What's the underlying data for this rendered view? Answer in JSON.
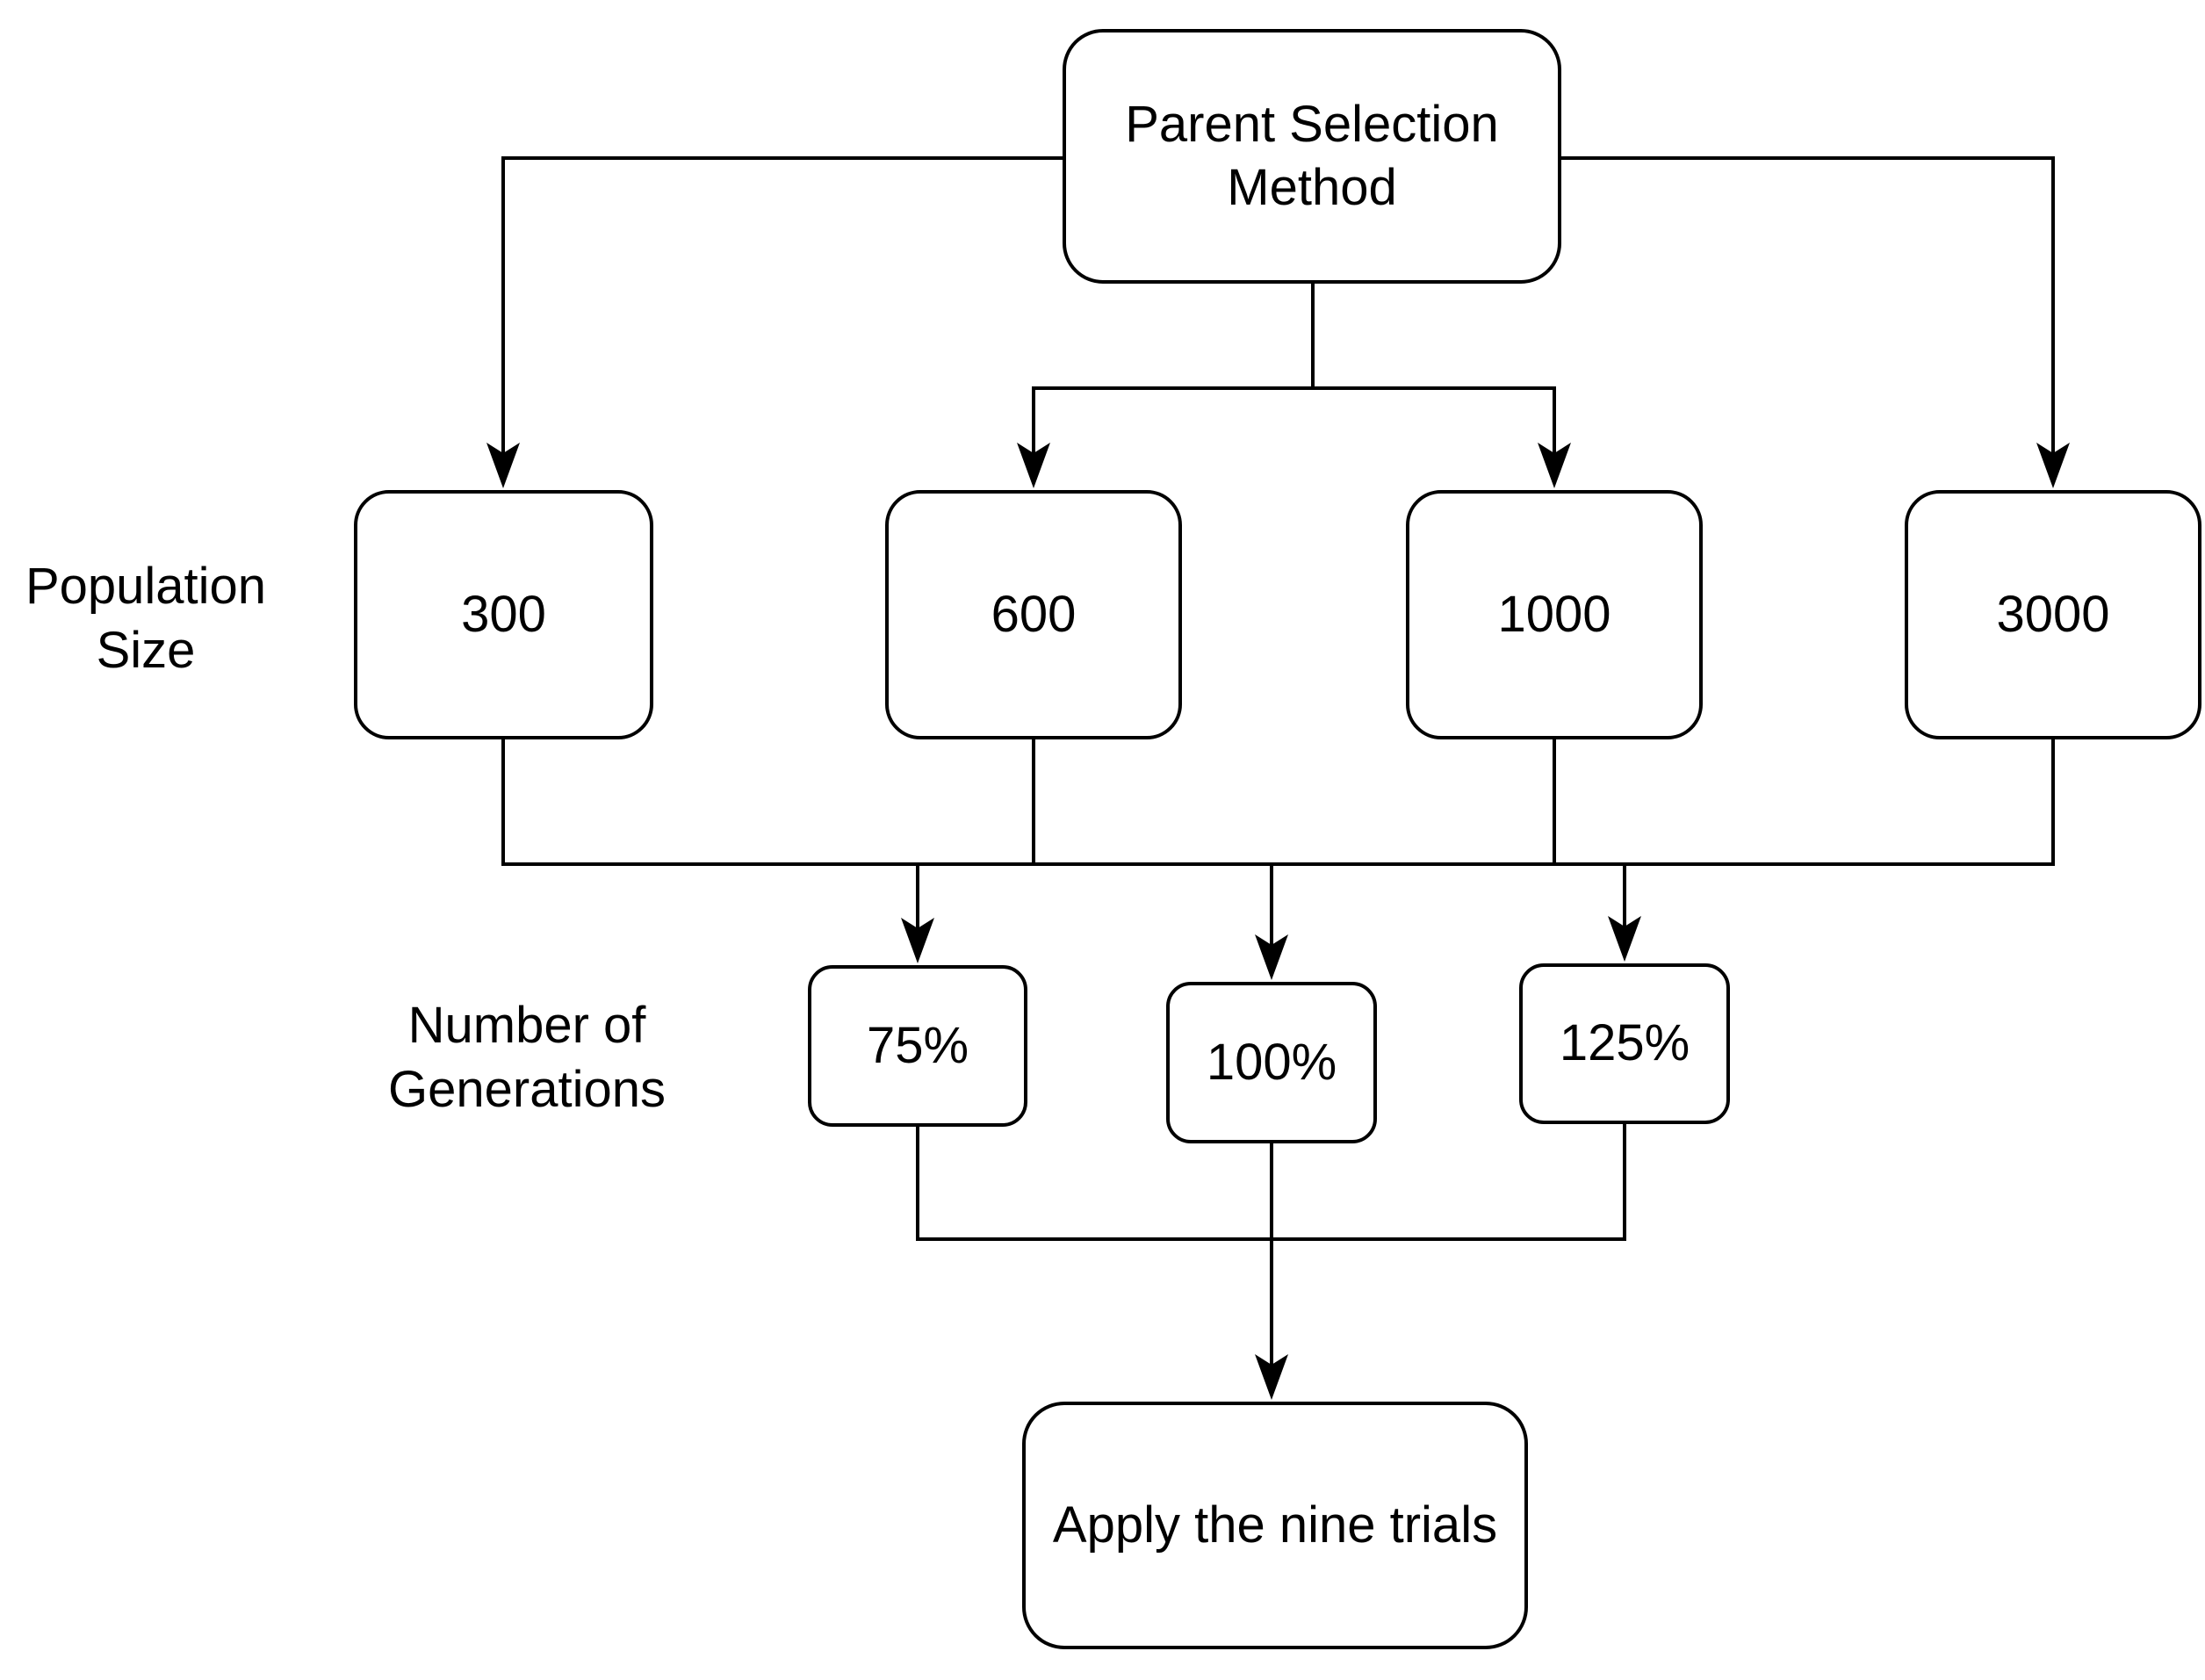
{
  "diagram": {
    "root_label": "Parent Selection Method",
    "population": {
      "label": "Population Size",
      "nodes": [
        "300",
        "600",
        "1000",
        "3000"
      ]
    },
    "generations": {
      "label": "Number of Generations",
      "nodes": [
        "75%",
        "100%",
        "125%"
      ]
    },
    "final_label": "Apply the nine trials",
    "colors": {
      "stroke": "#000000",
      "node_fill": "#ffffff",
      "background": "#ffffff"
    }
  }
}
